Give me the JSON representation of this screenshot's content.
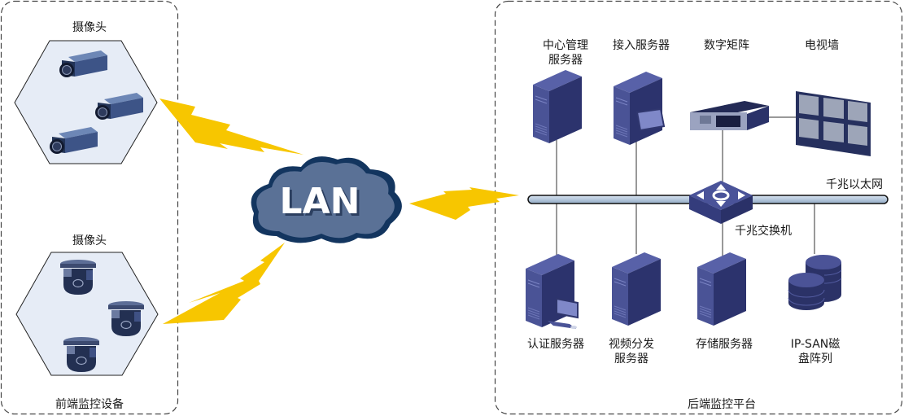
{
  "frontend": {
    "title": "前端监控设备",
    "group1_label": "摄像头",
    "group2_label": "摄像头"
  },
  "network": {
    "cloud_label": "LAN"
  },
  "backend": {
    "title": "后端监控平台",
    "top_devices": [
      {
        "line1": "中心管理",
        "line2": "服务器"
      },
      {
        "line1": "接入服务器",
        "line2": ""
      },
      {
        "line1": "数字矩阵",
        "line2": ""
      },
      {
        "line1": "电视墙",
        "line2": ""
      }
    ],
    "bus_label": "千兆以太网",
    "switch_label": "千兆交换机",
    "bottom_devices": [
      {
        "line1": "认证服务器",
        "line2": ""
      },
      {
        "line1": "视频分发",
        "line2": "服务器"
      },
      {
        "line1": "存储服务器",
        "line2": ""
      },
      {
        "line1": "IP-SAN磁",
        "line2": "盘阵列"
      }
    ]
  },
  "colors": {
    "device_blue": "#3c4585",
    "device_dark": "#262c5e",
    "cloud_fill": "#5a7196",
    "cloud_border": "#13355f",
    "lightning": "#f7c600",
    "hex_fill": "#e6ecf6",
    "bus_fill": "#b5c8dd"
  }
}
